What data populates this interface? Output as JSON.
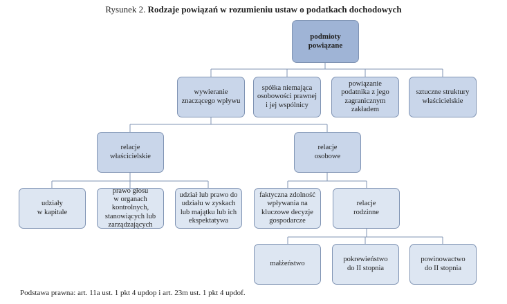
{
  "caption": {
    "prefix": "Rysunek 2.",
    "title": "Rodzaje powiązań w rozumieniu ustaw o podatkach dochodowych"
  },
  "nodes": {
    "root": "podmioty\npowiązane",
    "wplyw": "wywieranie\nznaczącego wpływu",
    "spolka": "spółka niemająca\nosobowości prawnej\ni jej wspólnicy",
    "zagraniczny": "powiązanie\npodatnika z jego\nzagranicznym\nzakładem",
    "sztuczne": "sztuczne struktury\nwłaścicielskie",
    "wlascicielskie": "relacje\nwłaścicielskie",
    "osobowe": "relacje\nosobowe",
    "udzialy": "udziały\nw kapitale",
    "glos": "prawo głosu\nw organach\nkontrolnych,\nstanowiących lub\nzarządzających",
    "zyski": "udział lub prawo do\nudziału w zyskach\nlub majątku lub ich\nekspektatywa",
    "zdolnosc": "faktyczna zdolność\nwpływania na\nkluczowe decyzje\ngospodarcze",
    "rodzinne": "relacje\nrodzinne",
    "malzenstwo": "małżeństwo",
    "pokrewienstwo": "pokrewieństwo\ndo II stopnia",
    "powinowactwo": "powinowactwo\ndo II stopnia"
  },
  "footer": "Podstawa prawna: art. 11a ust. 1 pkt 4 updop i art. 23m ust. 1 pkt 4 updof.",
  "colors": {
    "root_fill": "#9fb4d6",
    "node_fill": "#c9d6ea",
    "leaf_fill": "#dde6f2",
    "border": "#7f93b3",
    "line": "#7f93b3"
  }
}
